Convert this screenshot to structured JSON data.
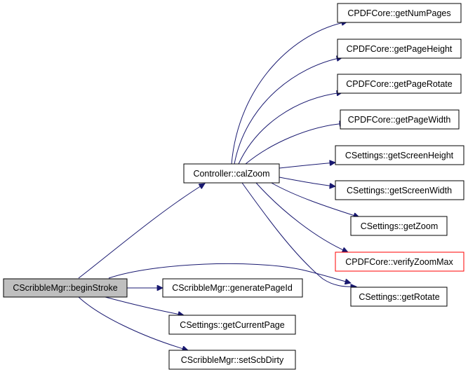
{
  "nodes": {
    "begin_stroke": "CScribbleMgr::beginStroke",
    "cal_zoom": "Controller::calZoom",
    "get_num_pages": "CPDFCore::getNumPages",
    "get_page_height": "CPDFCore::getPageHeight",
    "get_page_rotate": "CPDFCore::getPageRotate",
    "get_page_width": "CPDFCore::getPageWidth",
    "get_screen_height": "CSettings::getScreenHeight",
    "get_screen_width": "CSettings::getScreenWidth",
    "get_zoom": "CSettings::getZoom",
    "verify_zoom_max": "CPDFCore::verifyZoomMax",
    "get_rotate": "CSettings::getRotate",
    "generate_page_id": "CScribbleMgr::generatePageId",
    "get_current_page": "CSettings::getCurrentPage",
    "set_scb_dirty": "CScribbleMgr::setScbDirty"
  },
  "colors": {
    "edge": "#191970",
    "node_border": "#000000",
    "highlight_border": "#ff0000",
    "root_fill": "#bfbfbf",
    "node_fill": "#ffffff"
  }
}
